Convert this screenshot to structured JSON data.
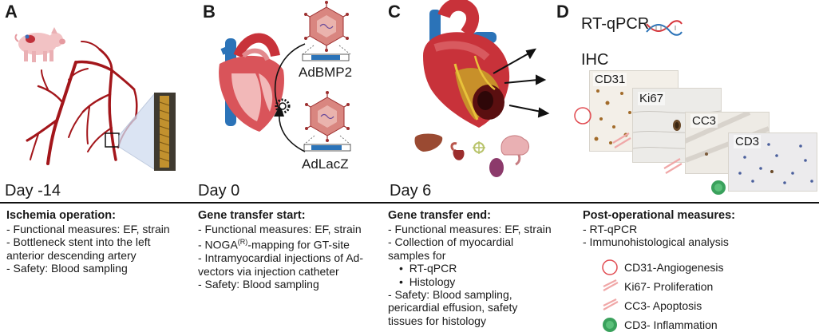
{
  "panels": {
    "a": {
      "letter": "A",
      "day": "Day -14"
    },
    "b": {
      "letter": "B",
      "day": "Day 0",
      "vector_top": "AdBMP2",
      "vector_bottom": "AdLacZ"
    },
    "c": {
      "letter": "C",
      "day": "Day 6"
    },
    "d": {
      "letter": "D",
      "rtqpcr": "RT-qPCR",
      "ihc": "IHC",
      "tiles": [
        "CD31",
        "Ki67",
        "CC3",
        "CD3"
      ]
    }
  },
  "columns": [
    {
      "title": "Ischemia operation:",
      "lines": [
        "- Functional measures: EF, strain",
        "- Bottleneck stent into the left",
        "anterior descending artery",
        "- Safety: Blood sampling"
      ]
    },
    {
      "title": "Gene transfer start:",
      "lines": [
        "- Functional measures: EF, strain",
        "- NOGA(R)-mapping for GT-site",
        "- Intramyocardial injections of Ad-",
        "vectors via injection catheter",
        "- Safety: Blood sampling"
      ]
    },
    {
      "title": "Gene transfer end:",
      "lines": [
        "- Functional measures: EF, strain",
        "- Collection of myocardial",
        "samples for"
      ],
      "bullets": [
        "RT-qPCR",
        "Histology"
      ],
      "lines_after": [
        "- Safety: Blood sampling,",
        "pericardial effusion, safety",
        "tissues for histology"
      ]
    },
    {
      "title": "Post-operational measures:",
      "lines": [
        "- RT-qPCR",
        "- Immunohistological analysis"
      ]
    }
  ],
  "legend": [
    {
      "icon": "red-ring-icon",
      "label": "CD31-Angiogenesis"
    },
    {
      "icon": "ki67-fiber-icon",
      "label": "Ki67- Proliferation"
    },
    {
      "icon": "cc3-fiber-icon",
      "label": "CC3- Apoptosis"
    },
    {
      "icon": "green-cell-icon",
      "label": "CD3- Inflammation"
    }
  ],
  "colors": {
    "artery": "#a3161b",
    "heart": "#c8323a",
    "aorta_blue": "#2b73b8",
    "timeline": "#111111",
    "green": "#3aa15c"
  }
}
